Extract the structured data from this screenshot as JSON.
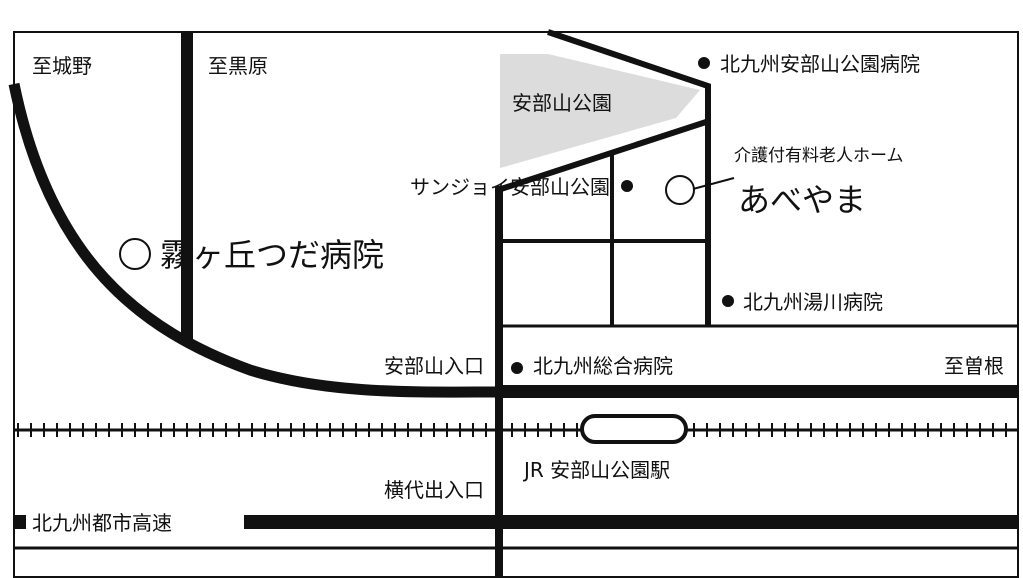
{
  "colors": {
    "ink": "#111111",
    "background": "#ffffff",
    "park_fill": "#dcdcdc"
  },
  "labels": {
    "to_jono": "至城野",
    "to_kurobaru": "至黒原",
    "park": "安部山公園",
    "hospital_abeyama_park": "北九州安部山公園病院",
    "facility_type": "介護付有料老人ホーム",
    "facility_name": "あべやま",
    "sunjoy": "サンジョイ安部山公園",
    "kirigaoka": "霧ヶ丘つだ病院",
    "yugawa_hospital": "北九州湯川病院",
    "abeyama_entrance": "安部山入口",
    "kitakyushu_general": "北九州総合病院",
    "to_sone": "至曽根",
    "station": "JR 安部山公園駅",
    "yokoshiro_entrance": "横代出入口",
    "expressway": "北九州都市高速"
  },
  "icons": {
    "poi_marker": "filled-circle",
    "destination_marker": "open-circle",
    "station_marker": "rounded-rect"
  }
}
